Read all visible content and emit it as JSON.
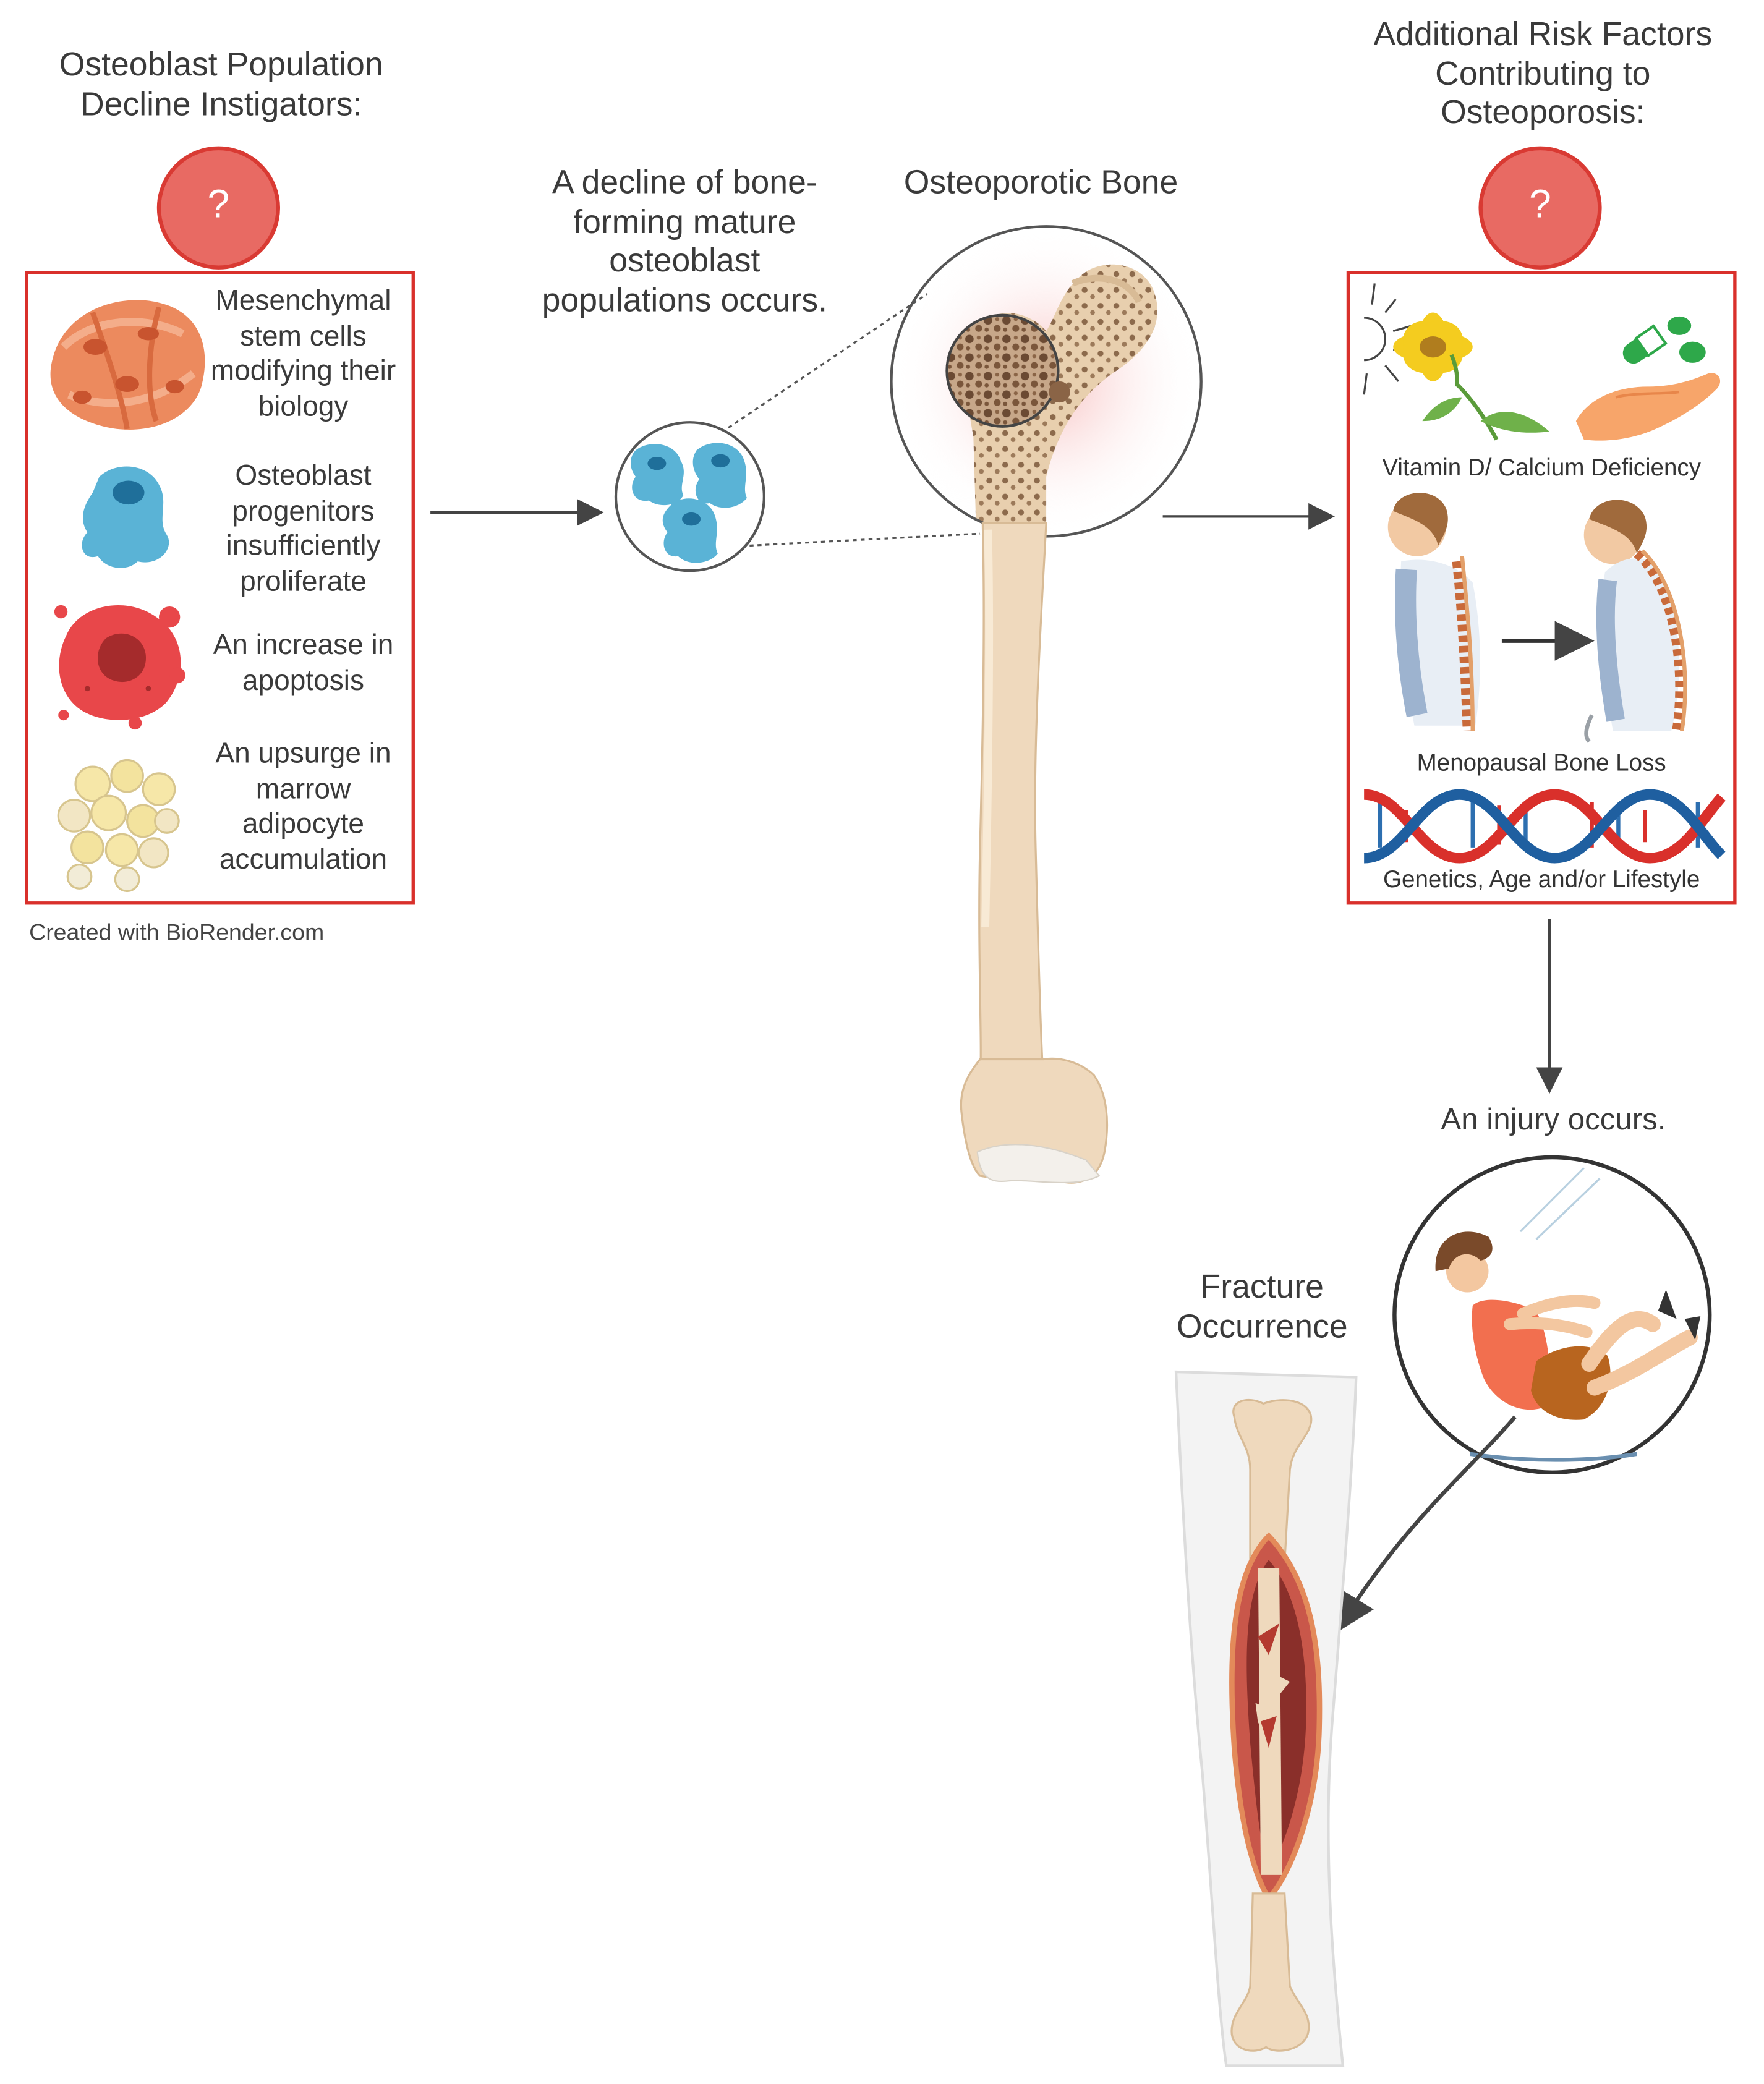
{
  "colors": {
    "box_border": "#d9302b",
    "question_fill": "#e86a63",
    "question_stroke": "#d93a33",
    "bone": "#efd9bd",
    "bone_shadow": "#d8bb96",
    "osteoblast": "#5ab3d6",
    "arrow": "#444444"
  },
  "left_panel": {
    "title": "Osteoblast Population Decline Instigators:",
    "question_badge": "?",
    "items": [
      {
        "text": "Mesenchymal stem cells modifying their biology",
        "icon": "mesenchymal-cells-icon"
      },
      {
        "text": "Osteoblast progenitors insufficiently proliferate",
        "icon": "osteoblast-progenitor-icon"
      },
      {
        "text": "An increase in apoptosis",
        "icon": "apoptotic-cell-icon"
      },
      {
        "text": "An upsurge in marrow adipocyte accumulation",
        "icon": "adipocytes-icon"
      }
    ],
    "credit": "Created with BioRender.com"
  },
  "center": {
    "decline_text": "A decline of bone-forming mature osteoblast populations occurs.",
    "bone_title": "Osteoporotic Bone"
  },
  "right_panel": {
    "title": "Additional Risk Factors Contributing to Osteoporosis:",
    "question_badge": "?",
    "factors": [
      {
        "label": "Vitamin D/ Calcium Deficiency",
        "icons": [
          "sun-icon",
          "sunflower-icon",
          "pills-in-hand-icon"
        ]
      },
      {
        "label": "Menopausal Bone Loss",
        "icons": [
          "upright-woman-spine-icon",
          "stooped-woman-spine-icon"
        ]
      },
      {
        "label": "Genetics, Age and/or Lifestyle",
        "icons": [
          "dna-helix-icon"
        ]
      }
    ]
  },
  "injury": {
    "label": "An injury occurs.",
    "icon": "falling-person-icon"
  },
  "fracture": {
    "label": "Fracture Occurrence",
    "icon": "fractured-leg-bone-icon"
  }
}
